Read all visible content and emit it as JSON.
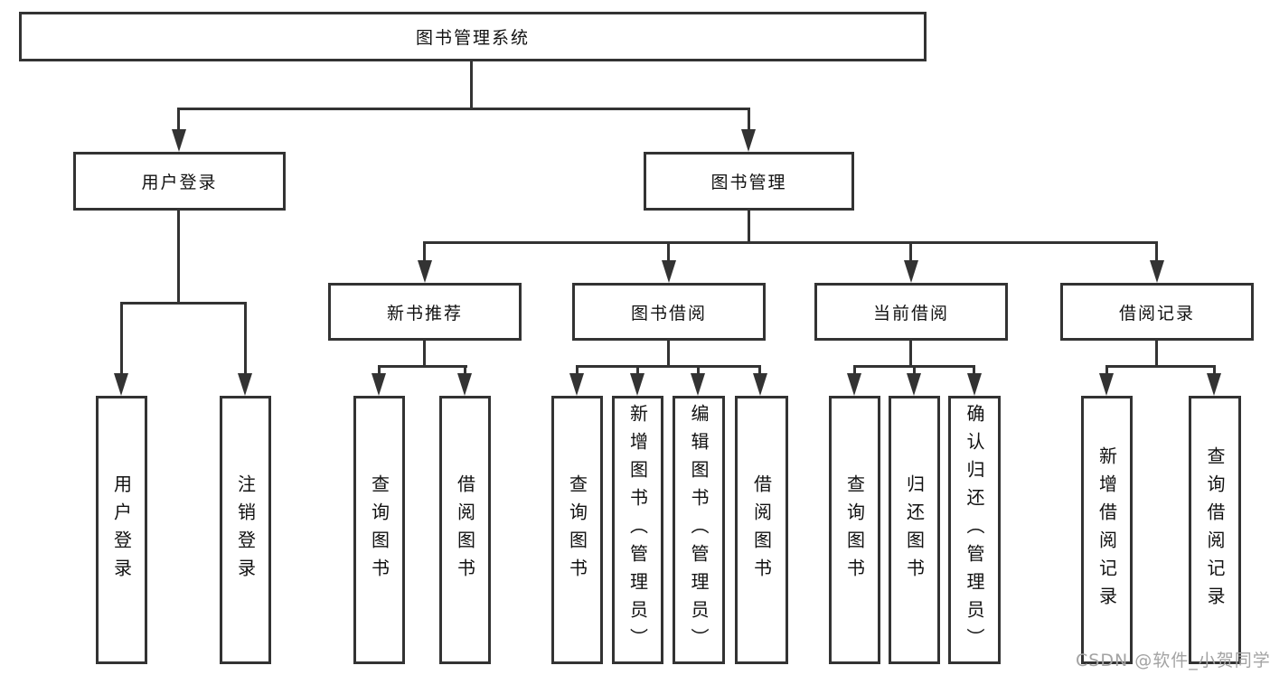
{
  "diagram": {
    "title": "图书管理系统",
    "level2": [
      {
        "label": "用户登录",
        "children_labels": [
          "用户登录",
          "注销登录"
        ]
      },
      {
        "label": "图书管理",
        "children": [
          {
            "label": "新书推荐",
            "children_labels": [
              "查询图书",
              "借阅图书"
            ]
          },
          {
            "label": "图书借阅",
            "children_labels": [
              "查询图书",
              "新增图书（管理员）",
              "编辑图书（管理员）",
              "借阅图书"
            ]
          },
          {
            "label": "当前借阅",
            "children_labels": [
              "查询图书",
              "归还图书",
              "确认归还（管理员）"
            ]
          },
          {
            "label": "借阅记录",
            "children_labels": [
              "新增借阅记录",
              "查询借阅记录"
            ]
          }
        ]
      }
    ]
  },
  "watermark": {
    "text": "CSDN @软件_小贺同学"
  },
  "colors": {
    "line": "#333333",
    "node_border": "#333333",
    "node_text": "#111111",
    "watermark": "#a3a3a3",
    "background": "#ffffff"
  }
}
